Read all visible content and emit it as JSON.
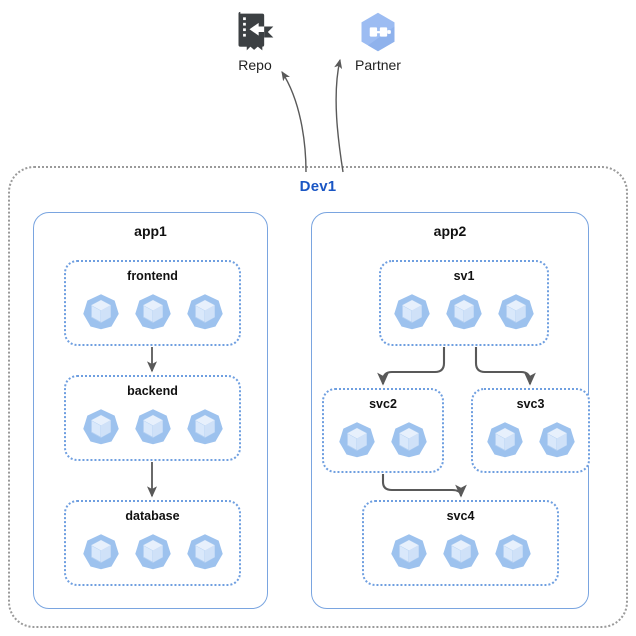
{
  "diagram": {
    "type": "architecture-diagram",
    "background": "#ffffff",
    "colors": {
      "region_border": "#9a9a9a",
      "region_label": "#1a56c4",
      "app_border": "#7aa5e0",
      "group_border": "#6f9fe0",
      "pod_fill": "#9dc2ee",
      "pod_cube": "#d6e6fa",
      "arrow": "#595959",
      "partner_icon": "#8ab0ef",
      "repo_icon": "#3c4043",
      "label_text": "#111111"
    }
  },
  "external_nodes": [
    {
      "id": "repo",
      "label": "Repo",
      "icon": "repo-icon"
    },
    {
      "id": "partner",
      "label": "Partner",
      "icon": "partner-hexagon-icon"
    }
  ],
  "region": {
    "label": "Dev1",
    "apps": [
      {
        "id": "app1",
        "label": "app1",
        "groups": [
          {
            "id": "frontend",
            "label": "frontend",
            "pods": 3
          },
          {
            "id": "backend",
            "label": "backend",
            "pods": 3
          },
          {
            "id": "database",
            "label": "database",
            "pods": 3
          }
        ]
      },
      {
        "id": "app2",
        "label": "app2",
        "groups": [
          {
            "id": "sv1",
            "label": "sv1",
            "pods": 3
          },
          {
            "id": "svc2",
            "label": "svc2",
            "pods": 2
          },
          {
            "id": "svc3",
            "label": "svc3",
            "pods": 2
          },
          {
            "id": "svc4",
            "label": "svc4",
            "pods": 3
          }
        ]
      }
    ]
  },
  "connections": [
    {
      "from": "frontend",
      "to": "backend",
      "style": "straight-arrow"
    },
    {
      "from": "backend",
      "to": "database",
      "style": "straight-arrow"
    },
    {
      "from": "sv1",
      "to": "svc2",
      "style": "elbow-arrow"
    },
    {
      "from": "sv1",
      "to": "svc3",
      "style": "elbow-arrow"
    },
    {
      "from": "svc2",
      "to": "svc4",
      "style": "elbow-arrow"
    },
    {
      "from": "Dev1",
      "to": "repo",
      "style": "curved-arrow"
    },
    {
      "from": "Dev1",
      "to": "partner",
      "style": "curved-arrow"
    }
  ]
}
